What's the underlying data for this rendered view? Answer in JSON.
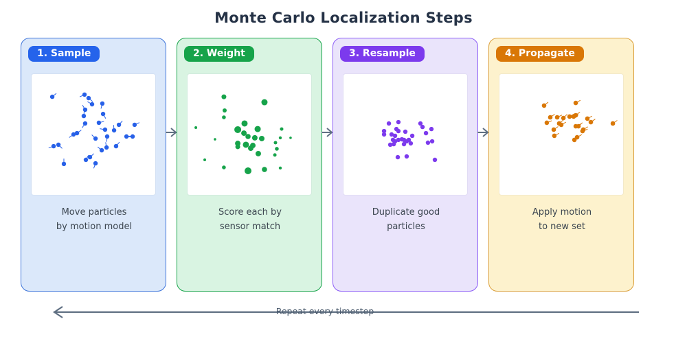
{
  "title": "Monte Carlo Localization Steps",
  "arrow": {
    "color": "#5f6f82"
  },
  "repeat_label": "Repeat every timestep",
  "panels": [
    {
      "badge": "1. Sample",
      "caption": [
        "Move particles",
        "by motion model"
      ],
      "badge_bg": "#2563eb",
      "panel_bg": "#dbe8fa",
      "border_color": "#3d74da",
      "dot_color": "#2760e8",
      "particles": [
        [
          16.7,
          18.8,
          3.2,
          40
        ],
        [
          42.8,
          17.0,
          3.2,
          205
        ],
        [
          46.1,
          19.9,
          3.2,
          320
        ],
        [
          48.9,
          25.0,
          3.2,
          150
        ],
        [
          57.2,
          24.4,
          3.2,
          255
        ],
        [
          43.3,
          29.5,
          3.2,
          120
        ],
        [
          42.2,
          34.7,
          3.2,
          85
        ],
        [
          57.8,
          33.0,
          3.2,
          300
        ],
        [
          43.3,
          40.9,
          3.2,
          235
        ],
        [
          54.4,
          40.3,
          3.2,
          15
        ],
        [
          70.6,
          42.0,
          3.2,
          48
        ],
        [
          83.3,
          42.0,
          3.2,
          25
        ],
        [
          59.4,
          46.0,
          3.2,
          170
        ],
        [
          66.7,
          46.6,
          3.2,
          95
        ],
        [
          33.9,
          50.0,
          3.2,
          215
        ],
        [
          36.7,
          48.9,
          3.2,
          35
        ],
        [
          51.7,
          53.4,
          3.2,
          135
        ],
        [
          61.1,
          51.7,
          3.2,
          265
        ],
        [
          76.7,
          51.7,
          3.2,
          5
        ],
        [
          81.7,
          51.7,
          3.2,
          185
        ],
        [
          17.8,
          59.7,
          3.2,
          200
        ],
        [
          21.7,
          58.5,
          3.2,
          315
        ],
        [
          60.6,
          60.8,
          3.2,
          100
        ],
        [
          68.3,
          59.7,
          3.2,
          50
        ],
        [
          56.7,
          63.1,
          3.2,
          140
        ],
        [
          43.9,
          71.0,
          3.2,
          60
        ],
        [
          47.2,
          68.8,
          3.2,
          42
        ],
        [
          51.7,
          73.9,
          3.2,
          250
        ],
        [
          26.1,
          74.4,
          3.2,
          90
        ]
      ]
    },
    {
      "badge": "2. Weight",
      "caption": [
        "Score each by",
        "sensor match"
      ],
      "badge_bg": "#16a34a",
      "panel_bg": "#d9f4e2",
      "border_color": "#16a34a",
      "dot_color": "#16a34a",
      "particles": [
        [
          29.4,
          18.8,
          3.5
        ],
        [
          62.2,
          23.3,
          4.5
        ],
        [
          30.0,
          30.1,
          3.0
        ],
        [
          29.4,
          35.8,
          2.8
        ],
        [
          6.7,
          44.3,
          2.0
        ],
        [
          46.1,
          40.9,
          4.5
        ],
        [
          40.6,
          46.0,
          5.0
        ],
        [
          56.7,
          45.5,
          4.5
        ],
        [
          76.1,
          45.5,
          2.5
        ],
        [
          22.2,
          54.0,
          1.8
        ],
        [
          45.6,
          48.9,
          4.0
        ],
        [
          48.9,
          51.7,
          3.8
        ],
        [
          54.4,
          52.8,
          4.0
        ],
        [
          60.0,
          53.4,
          4.0
        ],
        [
          71.1,
          56.8,
          2.5
        ],
        [
          75.0,
          52.8,
          2.2
        ],
        [
          83.3,
          52.8,
          1.8
        ],
        [
          40.6,
          57.4,
          4.0
        ],
        [
          47.2,
          58.5,
          4.5
        ],
        [
          52.8,
          59.1,
          4.0
        ],
        [
          40.6,
          60.2,
          3.5
        ],
        [
          51.1,
          61.4,
          4.0
        ],
        [
          72.2,
          61.9,
          2.8
        ],
        [
          57.2,
          65.9,
          4.0
        ],
        [
          70.6,
          67.0,
          2.5
        ],
        [
          13.9,
          71.0,
          2.0
        ],
        [
          29.4,
          77.3,
          2.8
        ],
        [
          48.9,
          80.1,
          5.0
        ],
        [
          62.2,
          79.0,
          3.8
        ],
        [
          75.0,
          77.8,
          2.2
        ]
      ]
    },
    {
      "badge": "3. Resample",
      "caption": [
        "Duplicate good",
        "particles"
      ],
      "badge_bg": "#7c3aed",
      "panel_bg": "#eae4fb",
      "border_color": "#8b5cf6",
      "dot_color": "#7c3aed",
      "particles": [
        [
          36.7,
          40.9
        ],
        [
          44.4,
          39.8
        ],
        [
          62.2,
          40.9
        ],
        [
          63.9,
          43.8
        ],
        [
          42.8,
          45.5
        ],
        [
          44.4,
          47.2
        ],
        [
          50.0,
          47.7
        ],
        [
          71.1,
          45.5
        ],
        [
          32.8,
          47.2
        ],
        [
          32.8,
          50.0
        ],
        [
          38.9,
          50.0
        ],
        [
          41.7,
          51.1
        ],
        [
          66.7,
          48.9
        ],
        [
          55.6,
          51.1
        ],
        [
          40.0,
          54.5
        ],
        [
          41.7,
          55.7
        ],
        [
          44.4,
          54.5
        ],
        [
          47.2,
          54.0
        ],
        [
          48.9,
          54.5
        ],
        [
          51.1,
          55.7
        ],
        [
          52.8,
          54.5
        ],
        [
          68.3,
          56.8
        ],
        [
          71.7,
          55.7
        ],
        [
          37.8,
          58.5
        ],
        [
          40.6,
          58.0
        ],
        [
          48.9,
          58.0
        ],
        [
          54.4,
          57.4
        ],
        [
          43.9,
          68.8
        ],
        [
          51.1,
          68.2
        ],
        [
          73.9,
          71.0
        ]
      ]
    },
    {
      "badge": "4. Propagate",
      "caption": [
        "Apply motion",
        "to new set"
      ],
      "badge_bg": "#d97706",
      "panel_bg": "#fdf2cd",
      "border_color": "#dba03c",
      "dot_color": "#d97706",
      "particles": [
        [
          36.1,
          26.1,
          3.3,
          40
        ],
        [
          61.7,
          23.9,
          3.3,
          30
        ],
        [
          41.1,
          35.8,
          3.3,
          35
        ],
        [
          46.7,
          35.8,
          3.3,
          25
        ],
        [
          51.7,
          36.4,
          3.3,
          45
        ],
        [
          56.7,
          35.2,
          3.3,
          30
        ],
        [
          60.0,
          35.2,
          3.3,
          20
        ],
        [
          61.7,
          34.1,
          3.3,
          38
        ],
        [
          71.1,
          36.9,
          3.3,
          28
        ],
        [
          73.9,
          39.8,
          3.3,
          35
        ],
        [
          38.3,
          40.3,
          3.3,
          22
        ],
        [
          48.3,
          40.9,
          3.3,
          40
        ],
        [
          50.0,
          42.0,
          3.3,
          30
        ],
        [
          61.7,
          43.2,
          3.3,
          25
        ],
        [
          63.9,
          43.2,
          3.3,
          42
        ],
        [
          67.8,
          46.0,
          3.3,
          32
        ],
        [
          67.2,
          47.2,
          3.3,
          20
        ],
        [
          43.9,
          46.0,
          3.3,
          35
        ],
        [
          44.4,
          51.1,
          3.3,
          28
        ],
        [
          60.6,
          54.5,
          3.3,
          45
        ],
        [
          62.8,
          52.3,
          3.3,
          30
        ],
        [
          91.7,
          40.9,
          3.3,
          35
        ]
      ]
    }
  ]
}
